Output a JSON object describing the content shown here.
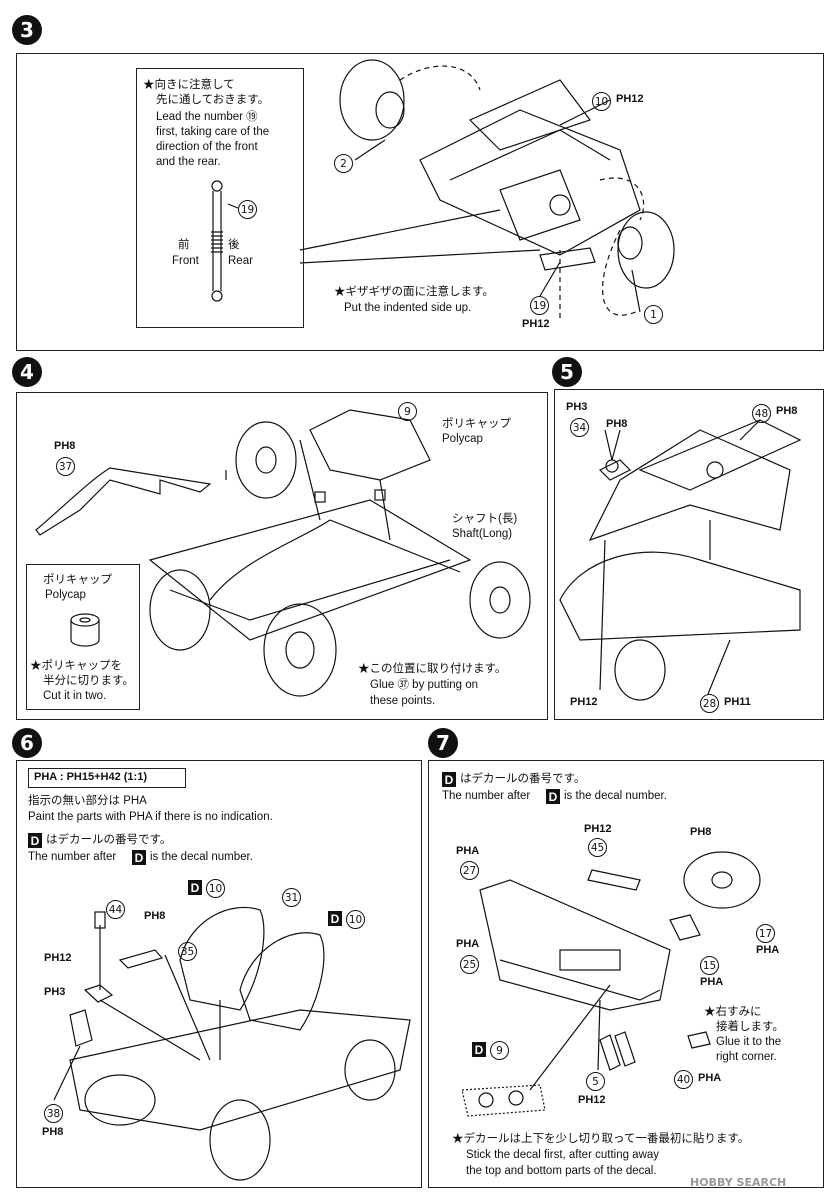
{
  "steps": {
    "s3": "3",
    "s4": "4",
    "s5": "5",
    "s6": "6",
    "s7": "7"
  },
  "step3": {
    "note_jp_1": "★向きに注意して",
    "note_jp_2": "先に通しておきます。",
    "note_en_1": "Lead the number ⑲",
    "note_en_2": "first, taking care of the",
    "note_en_3": "direction of the front",
    "note_en_4": "and the rear.",
    "part19": "19",
    "front_jp": "前",
    "front_en": "Front",
    "rear_jp": "後",
    "rear_en": "Rear",
    "indent_jp": "★ギザギザの面に注意します。",
    "indent_en": "Put the indented side up.",
    "part10": "10",
    "p12a": "PH12",
    "part2": "2",
    "part1": "1",
    "part19b": "19",
    "p12b": "PH12"
  },
  "step4": {
    "p8": "PH8",
    "part37": "37",
    "part9": "9",
    "polycap_jp": "ポリキャップ",
    "polycap_en": "Polycap",
    "shaft_jp": "シャフト(長)",
    "shaft_en": "Shaft(Long)",
    "inset_jp": "ポリキャップ",
    "inset_en": "Polycap",
    "cut_jp_1": "★ポリキャップを",
    "cut_jp_2": "半分に切ります。",
    "cut_en": "Cut it in two.",
    "glue_jp": "★この位置に取り付けます。",
    "glue_en_1": "Glue ㊲ by putting on",
    "glue_en_2": "these points."
  },
  "step5": {
    "p3": "PH3",
    "p8a": "PH8",
    "part34": "34",
    "part48": "48",
    "p8b": "PH8",
    "p12": "PH12",
    "part28": "28",
    "p11": "PH11"
  },
  "step6": {
    "mix": "PHA : PH15+H42 (1:1)",
    "note_jp": "指示の無い部分は PHA",
    "note_en": "Paint the parts with PHA if there is no indication.",
    "decal_jp": "はデカールの番号です。",
    "decal_en_pre": "The number after",
    "decal_en_post": "is the decal number.",
    "d_label": "D",
    "d10a": "10",
    "part31": "31",
    "d10b": "10",
    "part44": "44",
    "p8": "PH8",
    "part35": "35",
    "p12": "PH12",
    "p3": "PH3",
    "part38": "38",
    "p8b": "PH8"
  },
  "step7": {
    "decal_jp": "はデカールの番号です。",
    "decal_en_pre": "The number after",
    "decal_en_post": "is the decal number.",
    "d_label": "D",
    "p12": "PH12",
    "part45": "45",
    "p8": "PH8",
    "pa1": "PHA",
    "part27": "27",
    "pa2": "PHA",
    "part25": "25",
    "part17": "17",
    "pa3": "PHA",
    "part15": "15",
    "pa4": "PHA",
    "corner_jp_1": "★右すみに",
    "corner_jp_2": "接着します。",
    "corner_en_1": "Glue it to the",
    "corner_en_2": "right corner.",
    "d9": "9",
    "part5": "5",
    "p12b": "PH12",
    "part40": "40",
    "pa5": "PHA",
    "decal_note_jp": "★デカールは上下を少し切り取って一番最初に貼ります。",
    "decal_note_en_1": "Stick the decal first, after cutting away",
    "decal_note_en_2": "the top and bottom parts of the decal."
  },
  "watermark": "HOBBY SEARCH"
}
